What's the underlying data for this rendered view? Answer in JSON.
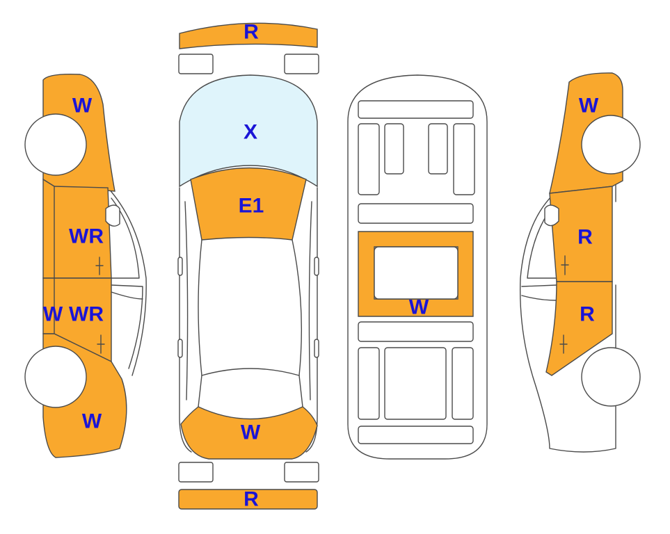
{
  "colors": {
    "damage_fill": "#f9a82d",
    "glass_fill": "#dff4fb",
    "label_text": "#1a14d6",
    "outline": "#4a4a4a"
  },
  "labels": {
    "front_bumper": "R",
    "windshield": "X",
    "hood": "E1",
    "trunk": "W",
    "rear_bumper": "R",
    "roof": "W",
    "left_front_fender": "W",
    "left_front_door": "WR",
    "left_rear_door_a": "W",
    "left_rear_door_b": "WR",
    "left_rear_quarter": "W",
    "right_front_fender": "W",
    "right_front_door": "R",
    "right_rear_door": "R"
  }
}
